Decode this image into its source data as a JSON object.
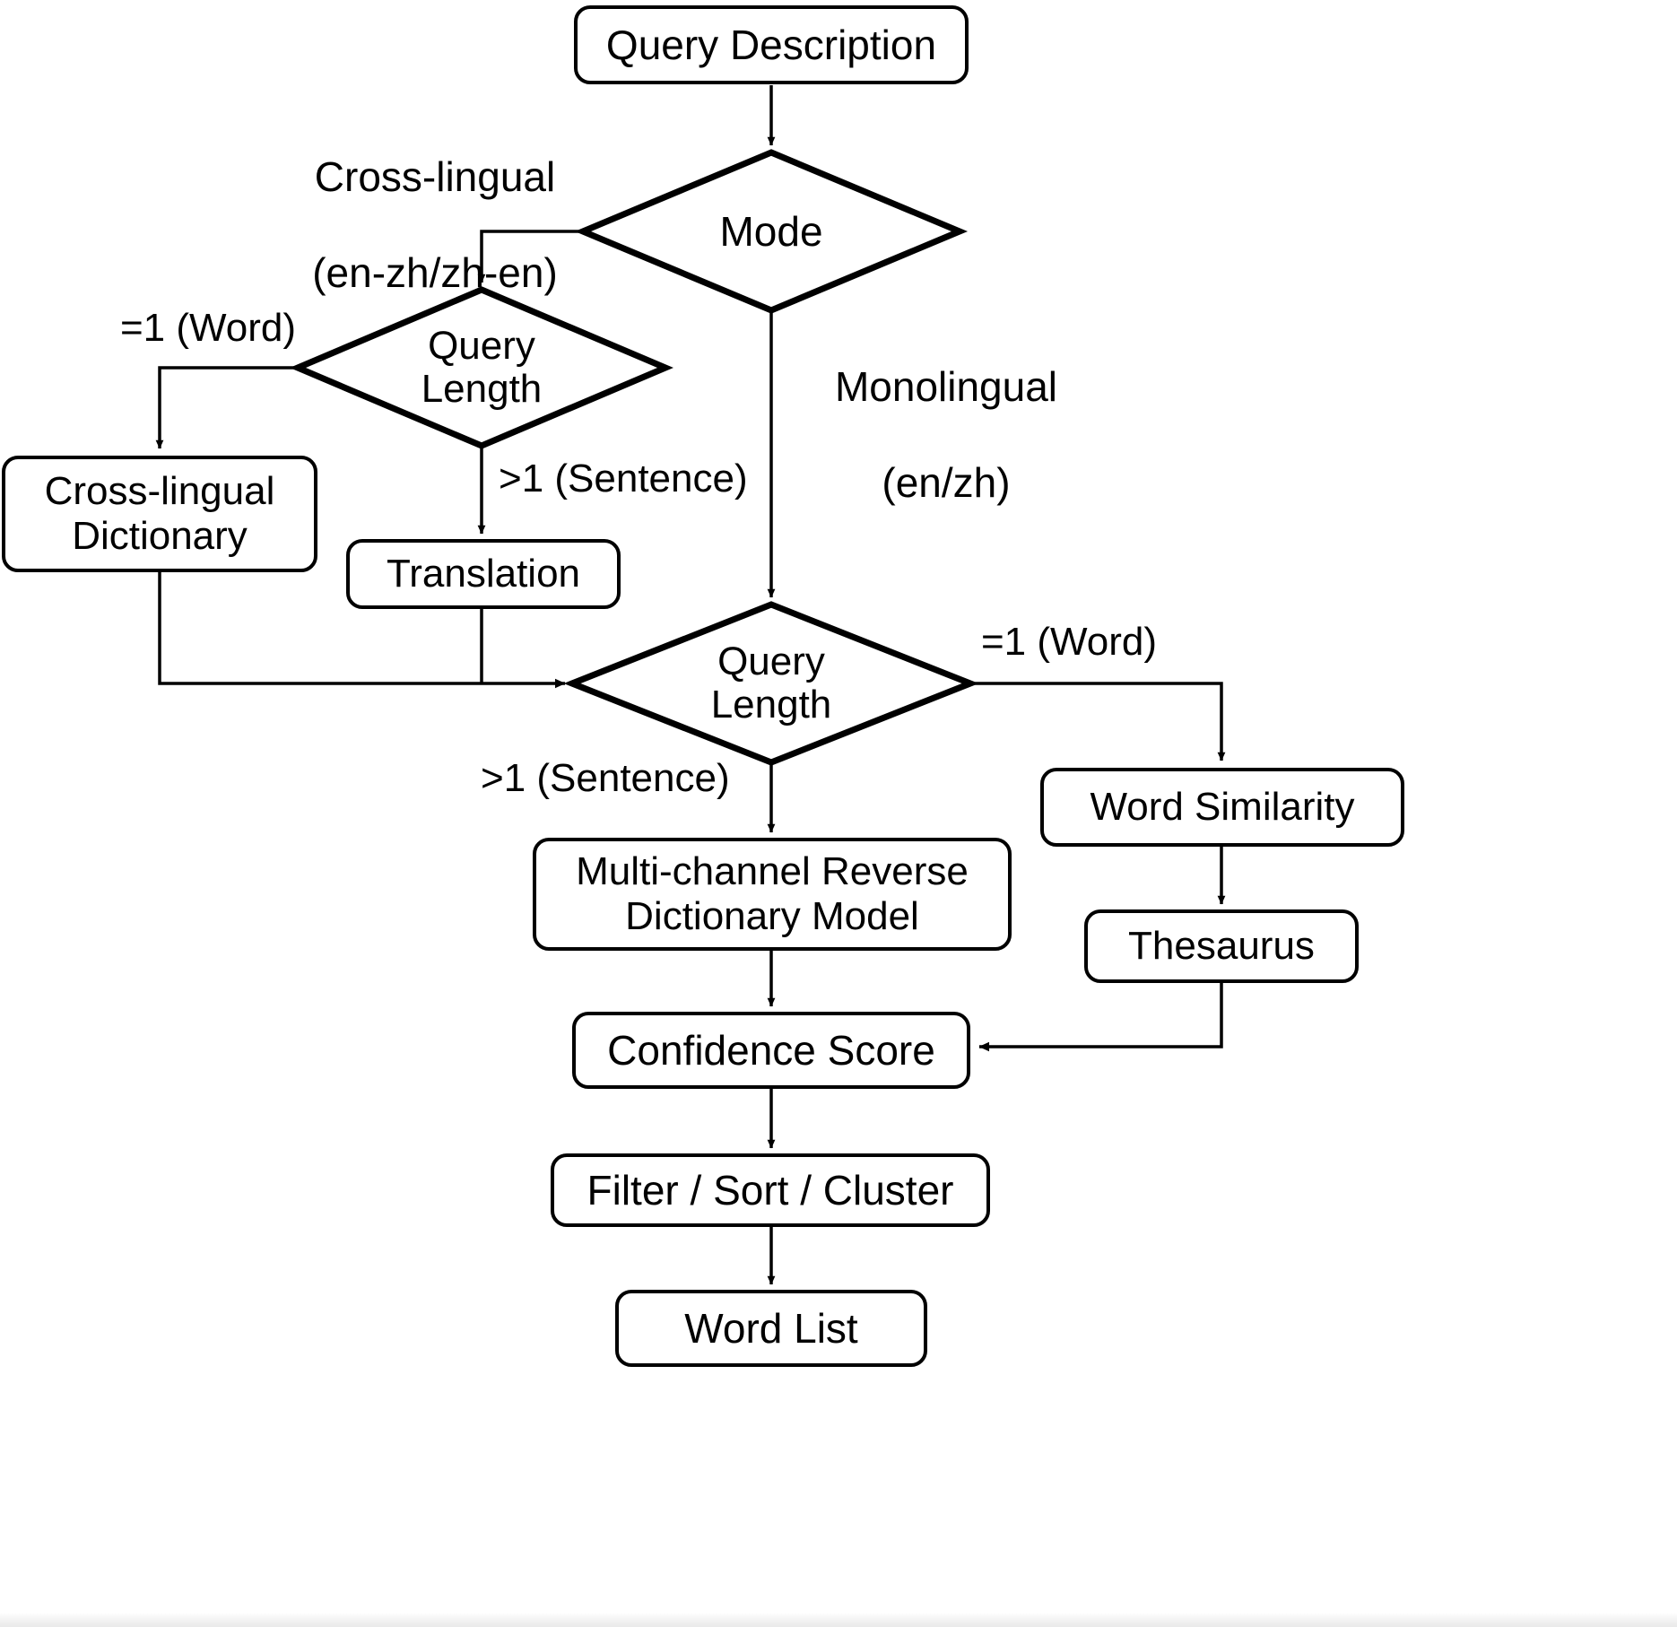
{
  "diagram": {
    "title": "Reverse Dictionary Query Processing Flowchart",
    "stroke_color": "#000000",
    "background_color": "#ffffff",
    "nodes": {
      "query_description": {
        "label": "Query Description",
        "shape": "rounded-rect"
      },
      "mode": {
        "label": "Mode",
        "shape": "diamond"
      },
      "query_length_cross": {
        "label": "Query\nLength",
        "line1": "Query",
        "line2": "Length",
        "shape": "diamond"
      },
      "cross_lingual_dictionary": {
        "label": "Cross-lingual Dictionary",
        "line1": "Cross-lingual",
        "line2": "Dictionary",
        "shape": "rounded-rect"
      },
      "translation": {
        "label": "Translation",
        "shape": "rounded-rect"
      },
      "query_length_mono": {
        "label": "Query\nLength",
        "line1": "Query",
        "line2": "Length",
        "shape": "diamond"
      },
      "word_similarity": {
        "label": "Word Similarity",
        "shape": "rounded-rect"
      },
      "thesaurus": {
        "label": "Thesaurus",
        "shape": "rounded-rect"
      },
      "multi_channel_model": {
        "label": "Multi-channel Reverse Dictionary Model",
        "line1": "Multi-channel Reverse",
        "line2": "Dictionary Model",
        "shape": "rounded-rect"
      },
      "confidence_score": {
        "label": "Confidence Score",
        "shape": "rounded-rect"
      },
      "filter_sort_cluster": {
        "label": "Filter / Sort / Cluster",
        "shape": "rounded-rect"
      },
      "word_list": {
        "label": "Word List",
        "shape": "rounded-rect"
      }
    },
    "edge_labels": {
      "cross_lingual": {
        "line1": "Cross-lingual",
        "line2": "(en-zh/zh-en)"
      },
      "monolingual": {
        "line1": "Monolingual",
        "line2": "(en/zh)"
      },
      "word_left": "=1 (Word)",
      "sentence_left": ">1 (Sentence)",
      "word_right": "=1 (Word)",
      "sentence_bottom": ">1 (Sentence)"
    },
    "edges": [
      {
        "from": "query_description",
        "to": "mode",
        "label": ""
      },
      {
        "from": "mode",
        "to": "query_length_cross",
        "label": "Cross-lingual (en-zh/zh-en)"
      },
      {
        "from": "mode",
        "to": "query_length_mono",
        "label": "Monolingual (en/zh)"
      },
      {
        "from": "query_length_cross",
        "to": "cross_lingual_dictionary",
        "label": "=1 (Word)"
      },
      {
        "from": "query_length_cross",
        "to": "translation",
        "label": ">1 (Sentence)"
      },
      {
        "from": "cross_lingual_dictionary",
        "to": "query_length_mono",
        "label": ""
      },
      {
        "from": "translation",
        "to": "query_length_mono",
        "label": ""
      },
      {
        "from": "query_length_mono",
        "to": "word_similarity",
        "label": "=1 (Word)"
      },
      {
        "from": "query_length_mono",
        "to": "multi_channel_model",
        "label": ">1 (Sentence)"
      },
      {
        "from": "word_similarity",
        "to": "thesaurus",
        "label": ""
      },
      {
        "from": "thesaurus",
        "to": "confidence_score",
        "label": ""
      },
      {
        "from": "multi_channel_model",
        "to": "confidence_score",
        "label": ""
      },
      {
        "from": "confidence_score",
        "to": "filter_sort_cluster",
        "label": ""
      },
      {
        "from": "filter_sort_cluster",
        "to": "word_list",
        "label": ""
      }
    ]
  }
}
